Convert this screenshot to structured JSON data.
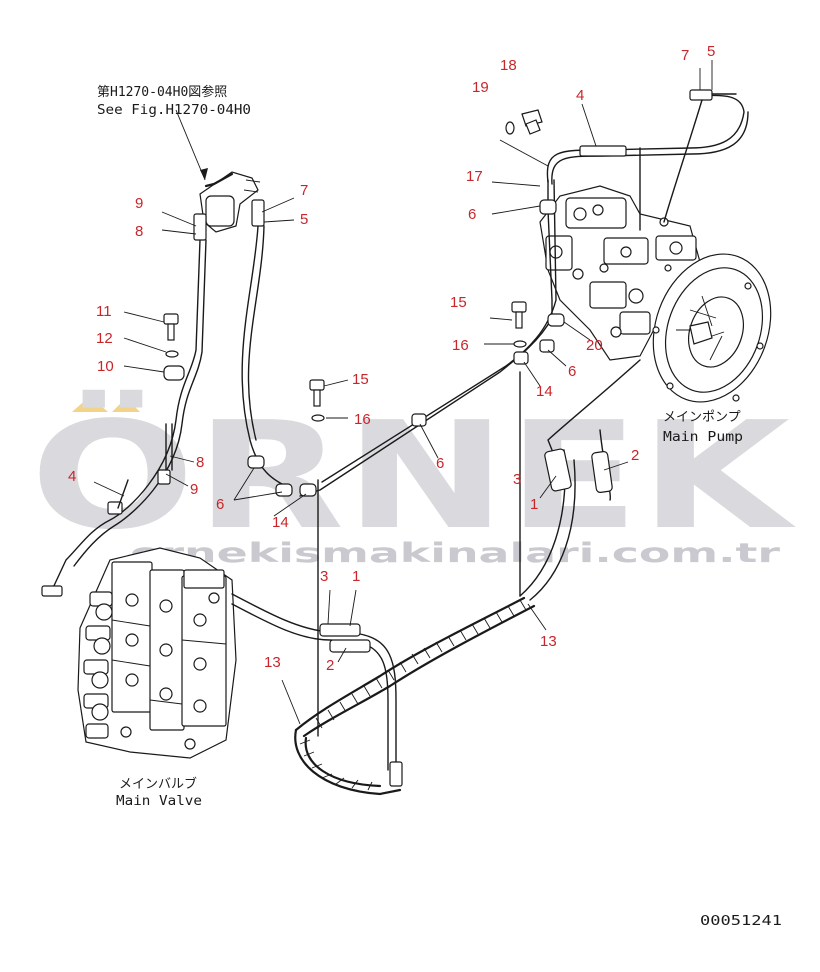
{
  "watermark": {
    "brand": "ÖRNEK",
    "url": "ornekismakinalari.com.tr",
    "color": "#d9d9de"
  },
  "reference_note": {
    "line1": "第H1270-04H0図参照",
    "line2": "See Fig.H1270-04H0"
  },
  "labels": {
    "main_pump_jp": "メインポンプ",
    "main_pump_en": "Main Pump",
    "main_valve_jp": "メインバルブ",
    "main_valve_en": "Main Valve"
  },
  "drawing_number": "00051241",
  "callout_color": "#c8262b",
  "callouts": [
    {
      "id": "c-7a",
      "text": "7"
    },
    {
      "id": "c-5a",
      "text": "5"
    },
    {
      "id": "c-18",
      "text": "18"
    },
    {
      "id": "c-19",
      "text": "19"
    },
    {
      "id": "c-4a",
      "text": "4"
    },
    {
      "id": "c-17",
      "text": "17"
    },
    {
      "id": "c-6a",
      "text": "6"
    },
    {
      "id": "c-9a",
      "text": "9"
    },
    {
      "id": "c-8a",
      "text": "8"
    },
    {
      "id": "c-7b",
      "text": "7"
    },
    {
      "id": "c-5b",
      "text": "5"
    },
    {
      "id": "c-11",
      "text": "11"
    },
    {
      "id": "c-12",
      "text": "12"
    },
    {
      "id": "c-10",
      "text": "10"
    },
    {
      "id": "c-15a",
      "text": "15"
    },
    {
      "id": "c-16a",
      "text": "16"
    },
    {
      "id": "c-20",
      "text": "20"
    },
    {
      "id": "c-6b",
      "text": "6"
    },
    {
      "id": "c-14a",
      "text": "14"
    },
    {
      "id": "c-15b",
      "text": "15"
    },
    {
      "id": "c-16b",
      "text": "16"
    },
    {
      "id": "c-6c",
      "text": "6"
    },
    {
      "id": "c-4b",
      "text": "4"
    },
    {
      "id": "c-8b",
      "text": "8"
    },
    {
      "id": "c-9b",
      "text": "9"
    },
    {
      "id": "c-6d",
      "text": "6"
    },
    {
      "id": "c-14b",
      "text": "14"
    },
    {
      "id": "c-3a",
      "text": "3"
    },
    {
      "id": "c-2a",
      "text": "2"
    },
    {
      "id": "c-1a",
      "text": "1"
    },
    {
      "id": "c-3b",
      "text": "3"
    },
    {
      "id": "c-1b",
      "text": "1"
    },
    {
      "id": "c-2b",
      "text": "2"
    },
    {
      "id": "c-13a",
      "text": "13"
    },
    {
      "id": "c-13b",
      "text": "13"
    }
  ]
}
